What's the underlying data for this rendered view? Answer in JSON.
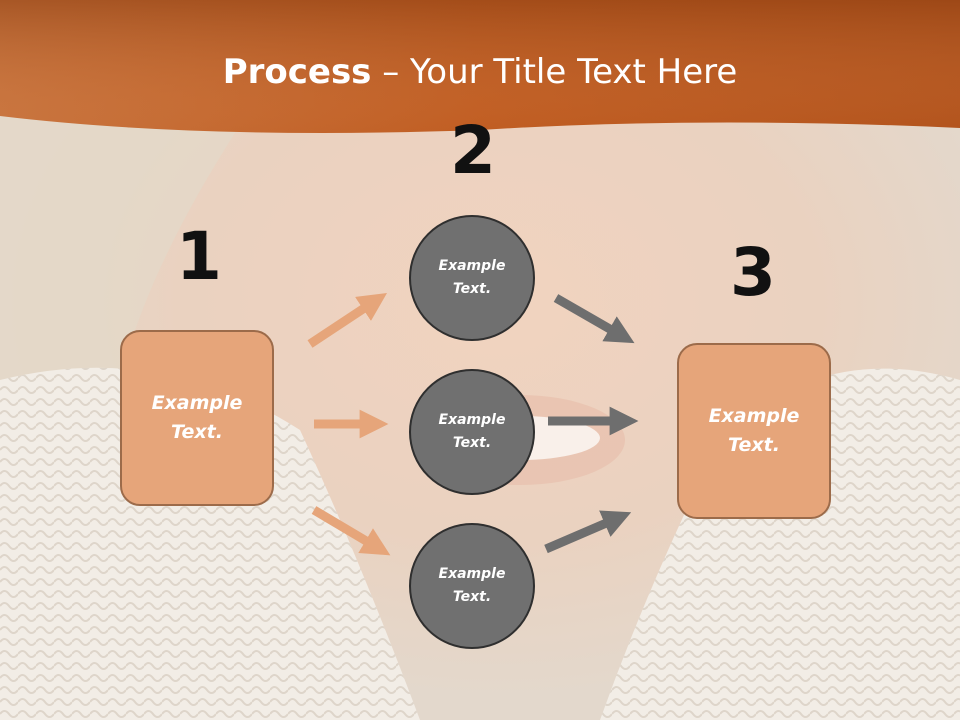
{
  "title": {
    "bold": "Process",
    "rest": " – Your Title Text Here"
  },
  "steps": [
    {
      "number": "1",
      "text": "Example Text."
    },
    {
      "number": "2",
      "text": "Example Text."
    },
    {
      "number": "3",
      "text": "Example Text."
    }
  ],
  "circles": [
    {
      "text": "Example Text."
    },
    {
      "text": "Example Text."
    },
    {
      "text": "Example Text."
    }
  ],
  "colors": {
    "header": "#d9763a",
    "box_fill": "#e6a57a",
    "circle_fill": "#707070",
    "arrow_orange": "#e6a57a",
    "arrow_gray": "#6e6e6e"
  }
}
